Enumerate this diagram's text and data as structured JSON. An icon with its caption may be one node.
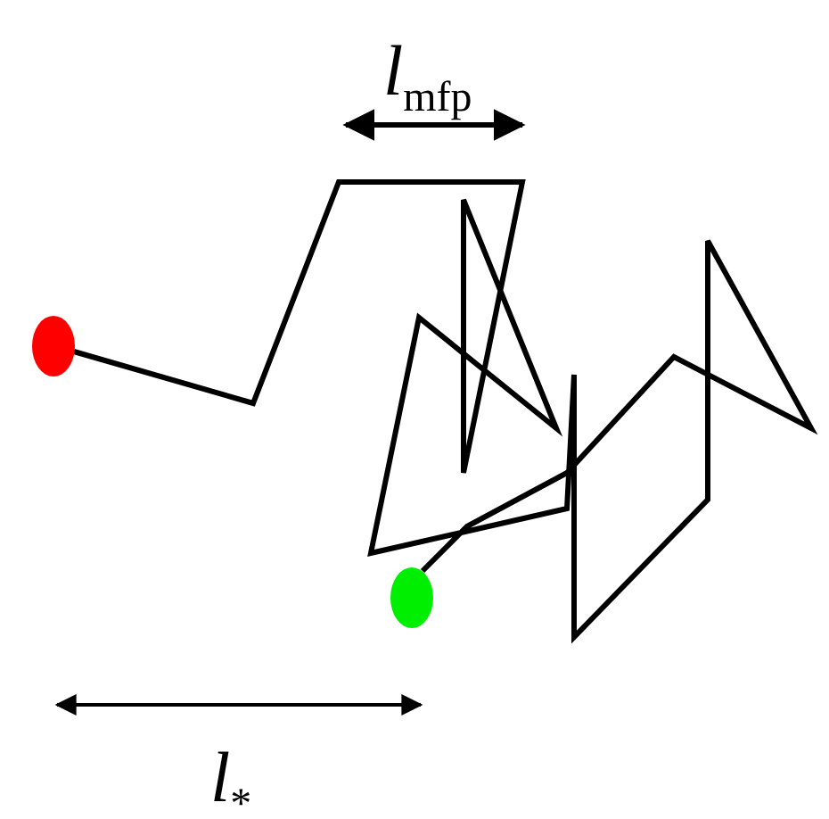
{
  "diagram": {
    "nodes": [
      {
        "text": [],
        "shape": "circle"
      },
      {
        "text": [],
        "shape": "circle"
      }
    ],
    "edges": [
      {
        "from": 0,
        "to": 1,
        "arrow": "none"
      }
    ],
    "labels": [
      "*l*$_{mfp}$",
      "*l*$_{*}$"
    ]
  }
}
